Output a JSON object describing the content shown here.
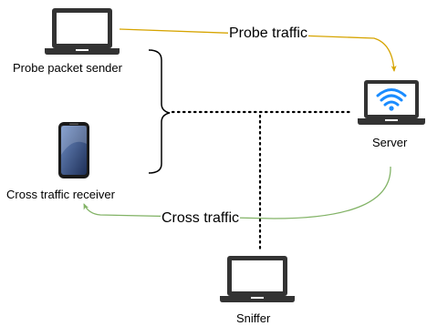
{
  "nodes": {
    "probe_sender": {
      "label": "Probe packet sender",
      "icon": "laptop-icon"
    },
    "cross_receiver": {
      "label": "Cross traffic receiver",
      "icon": "smartphone-icon"
    },
    "server": {
      "label": "Server",
      "icon": "wifi-laptop-icon"
    },
    "sniffer": {
      "label": "Sniffer",
      "icon": "laptop-icon"
    }
  },
  "edges": {
    "probe": {
      "label": "Probe traffic",
      "color": "#d6a400"
    },
    "cross": {
      "label": "Cross traffic",
      "color": "#82b366"
    }
  },
  "colors": {
    "device": "#333333",
    "wifi": "#1a8cff",
    "phone_screen": "#3b5f97"
  }
}
